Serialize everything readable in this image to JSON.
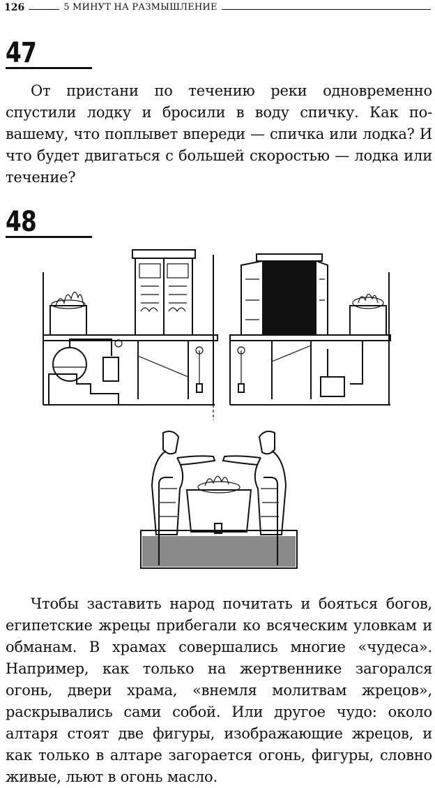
{
  "running_head": {
    "page_number": "126",
    "book_title": "5 МИНУТ НА РАЗМЫШЛЕНИЕ"
  },
  "problem_47": {
    "number": "47",
    "text": "От пристани по течению реки одновременно спустили лодку и бросили в воду спичку. Как по-вашему, что поплывет впереди — спичка или лодка? И что будет двигаться с большей скоростью — лодка или течение?"
  },
  "problem_48": {
    "number": "48",
    "text": "Чтобы заставить народ почитать и бояться богов, египетские жрецы прибегали ко всяческим уловкам и обманам. В храмах совершались многие «чудеса». Например, как только на жертвеннике загорался огонь, двери храма, «внемля молитвам жрецов», раскрывались сами собой. Или другое чудо: около алтаря стоят две фигуры, изображающие жрецов, и как только в алтаре загорается огонь, фигуры, словно живые, льют в огонь масло."
  },
  "figures": {
    "temple_doors_illustration": "temple-doors-icon",
    "priests_altar_illustration": "priests-altar-icon"
  }
}
